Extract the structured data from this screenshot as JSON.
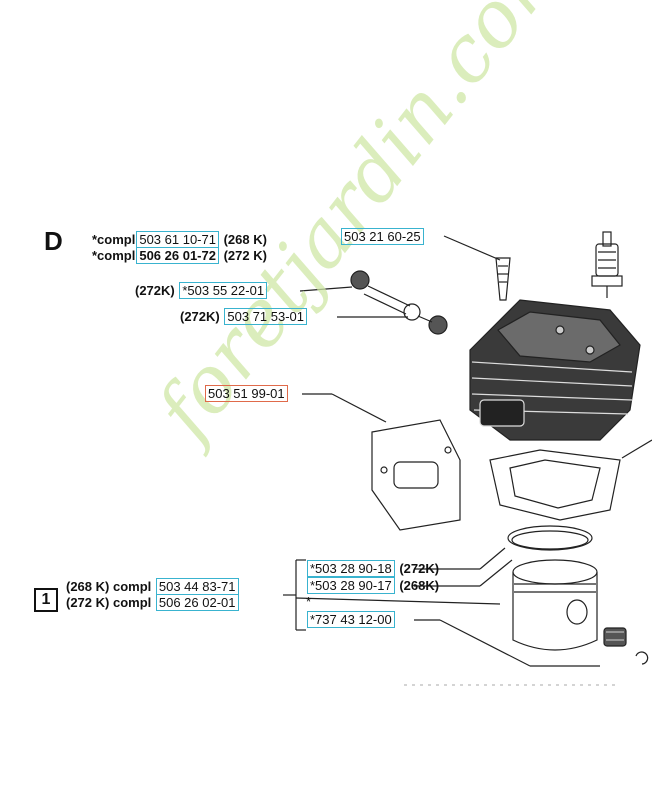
{
  "section_letter": "D",
  "labels": {
    "compl_268_prefix": "*compl",
    "compl_268_part": "503 61 10-71",
    "compl_268_model": "(268 K)",
    "compl_272_prefix": "*compl",
    "compl_272_part": "506 26 01-72",
    "compl_272_model": "(272 K)",
    "spark_plug_part": "503 21 60-25",
    "p272k_a_model": "(272K)",
    "p272k_a_part": "*503 55 22-01",
    "p272k_b_model": "(272K)",
    "p272k_b_part": "503 71 53-01",
    "gasket_part": "503 51 99-01",
    "kit_icon": "1",
    "kit_268_prefix": "(268 K) compl",
    "kit_268_part": "503 44 83-71",
    "kit_272_prefix": "(272 K) compl",
    "kit_272_part": "506 26 02-01",
    "ring_272_part": "*503 28 90-18",
    "ring_272_model": "(272K)",
    "ring_268_part": "*503 28 90-17",
    "ring_268_model": "(268K)",
    "asterisk": "*",
    "piston_pin_part": "*737 43 12-00"
  },
  "watermark": "foretjardin.com"
}
